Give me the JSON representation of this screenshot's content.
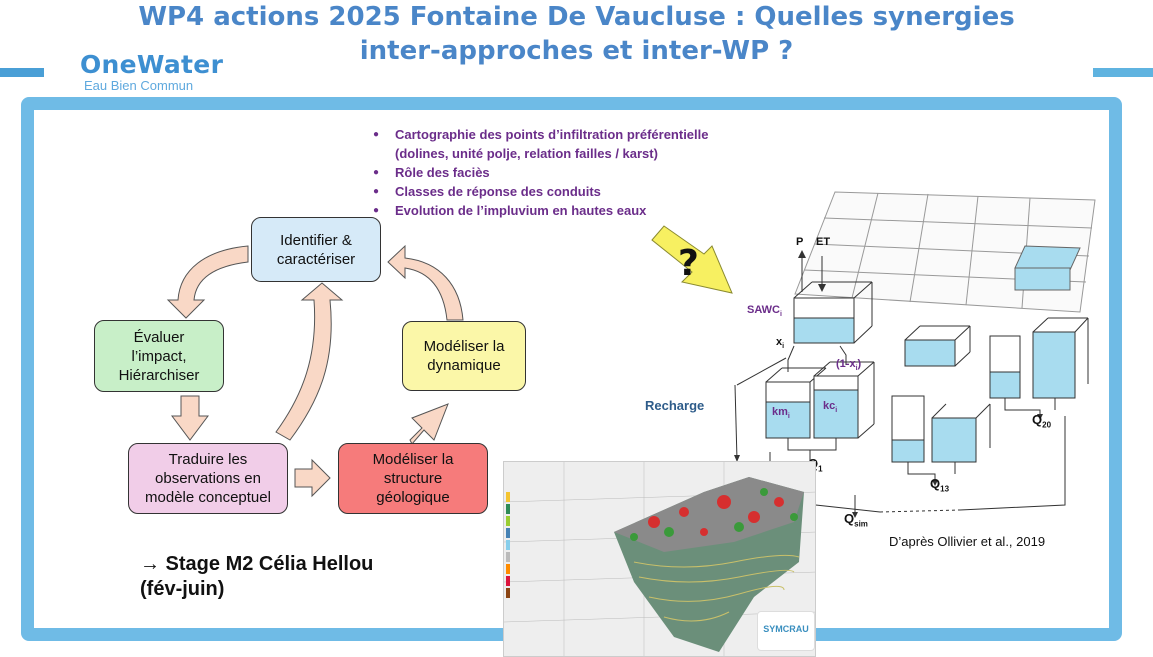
{
  "slide": {
    "title_line1": "WP4 actions 2025 Fontaine De Vaucluse : Quelles synergies",
    "title_line2": "inter-approches et inter-WP ?"
  },
  "logo": {
    "brand": "OneWater",
    "tagline": "Eau Bien Commun"
  },
  "bullets": [
    "Cartographie des points d’infiltration préférentielle",
    "(dolines, unité polje, relation failles / karst)",
    "Rôle des faciès",
    "Classes de réponse des conduits",
    "Evolution de l’impluvium en hautes eaux"
  ],
  "cycle": {
    "identify": [
      "Identifier &",
      "caractériser"
    ],
    "evaluate": [
      "Évaluer",
      "l’impact,",
      "Hiérarchiser"
    ],
    "model_dyn": [
      "Modéliser la",
      "dynamique"
    ],
    "translate": [
      "Traduire les",
      "observations en",
      "modèle conceptuel"
    ],
    "model_geo": [
      "Modéliser la",
      "structure",
      "géologique"
    ]
  },
  "stage": [
    "→ Stage M2 Célia Hellou",
    "(fév-juin)"
  ],
  "question_mark": "?",
  "diagram": {
    "P": "P",
    "ET": "ET",
    "SAWC": "SAWC",
    "SAWC_sub": "i",
    "x": "x",
    "x_sub": "i",
    "one_minus_x": "(1-x",
    "one_minus_x_sub": "i",
    "one_minus_x_end": ")",
    "km": "km",
    "km_sub": "i",
    "kc": "kc",
    "kc_sub": "i",
    "Q1": "Q",
    "Q1_sub": "1",
    "Q13": "Q",
    "Q13_sub": "13",
    "Q20": "Q",
    "Q20_sub": "20",
    "Qsim": "Q",
    "Qsim_sub": "sim",
    "recharge": "Recharge",
    "credit": "D’après Ollivier et al., 2019"
  },
  "symcrau": "SYMCRAU",
  "colors": {
    "title": "#4a86c8",
    "frame": "#6fbbe6",
    "bullets": "#6b2d8a",
    "identify": "#d6eaf8",
    "evaluate": "#c8efc8",
    "model_dyn": "#fbf7a8",
    "translate": "#f1cde8",
    "model_geo": "#f67b7b",
    "arrow": "#f9d8c6",
    "water": "#a8dcef"
  }
}
